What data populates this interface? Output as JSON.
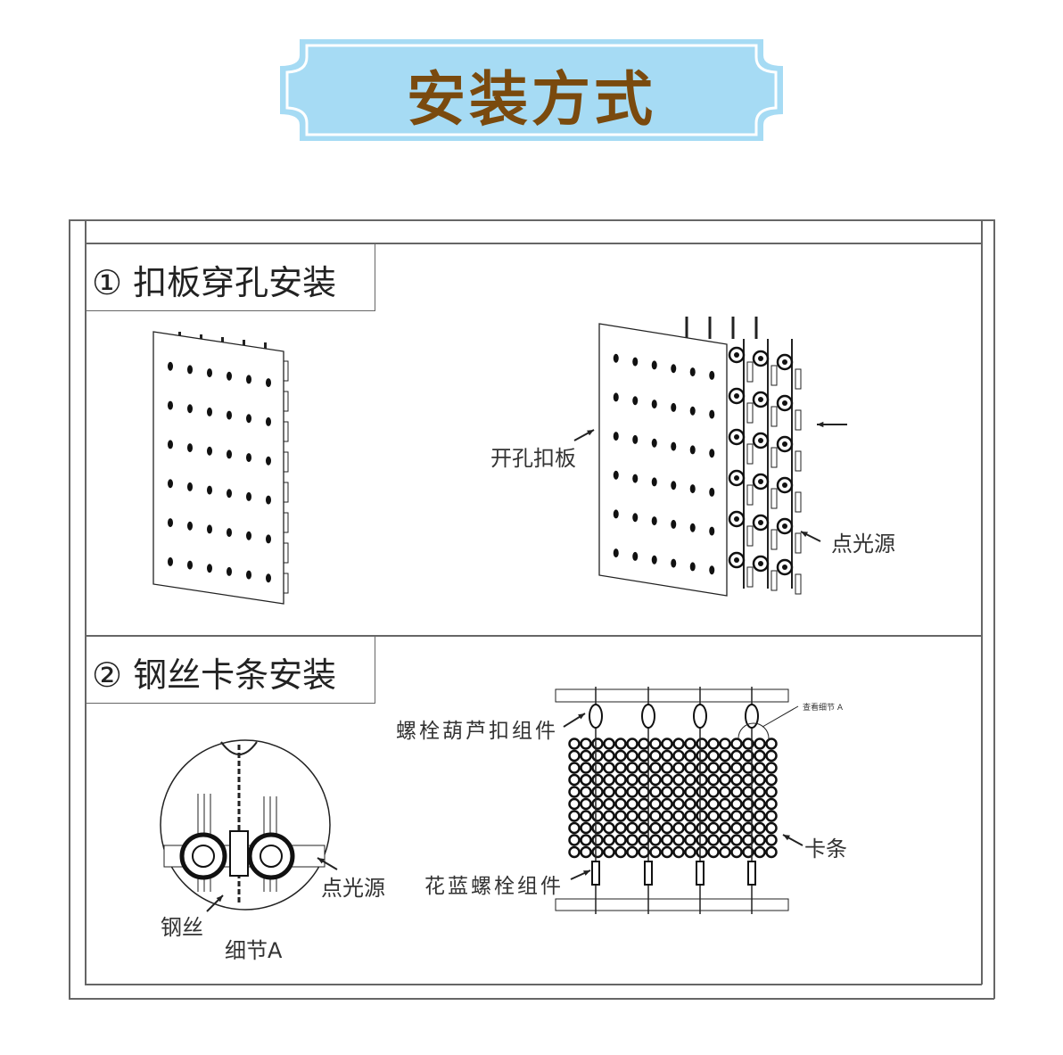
{
  "title": "安装方式",
  "colors": {
    "banner_fill": "#a6dbf4",
    "banner_border": "#86c9ec",
    "title_text": "#7a4a0e",
    "line": "#666666"
  },
  "sections": [
    {
      "title": "① 扣板穿孔安装",
      "labels": {
        "board": "开孔扣板",
        "light": "点光源"
      }
    },
    {
      "title": "② 钢丝卡条安装",
      "labels": {
        "light": "点光源",
        "wire": "钢丝",
        "detail": "细节A",
        "bolt_top": "螺栓葫芦扣组件",
        "strip": "卡条",
        "bolt_bottom": "花蓝螺栓组件",
        "detail_ref": "查看细节 A"
      }
    }
  ]
}
